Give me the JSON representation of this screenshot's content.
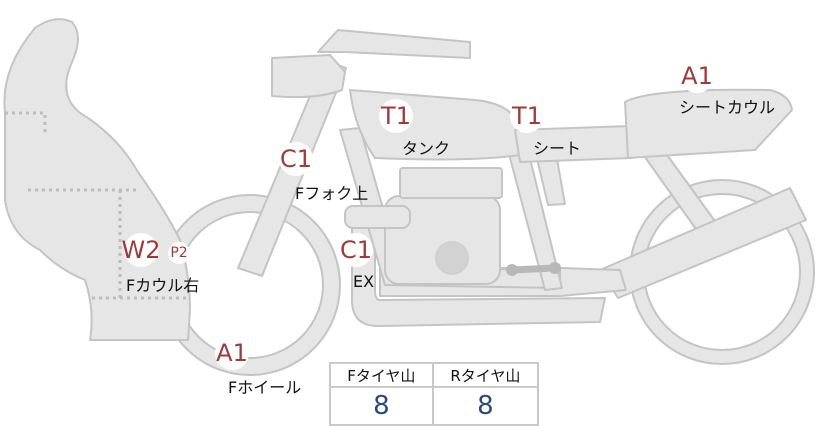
{
  "badges": {
    "front_wheel": "A1",
    "seat_cowl": "A1",
    "fork_upper": "C1",
    "exhaust": "C1",
    "tank": "T1",
    "seat": "T1",
    "cowl_right": "W2",
    "cowl_right_sub": "P2"
  },
  "labels": {
    "seat_cowl": "シートカウル",
    "tank": "タンク",
    "seat": "シート",
    "fork_upper": "Fフォク上",
    "exhaust": "EX",
    "cowl_right": "Fカウル右",
    "front_wheel": "Fホイール"
  },
  "tires": {
    "front_header": "Fタイヤ山",
    "rear_header": "Rタイヤ山",
    "front_value": "8",
    "rear_value": "8"
  },
  "colors": {
    "part_fill": "#e6e6e6",
    "part_stroke": "#c4c4c4",
    "badge_text": "#a03a3a",
    "value_text": "#2c4a7a"
  }
}
